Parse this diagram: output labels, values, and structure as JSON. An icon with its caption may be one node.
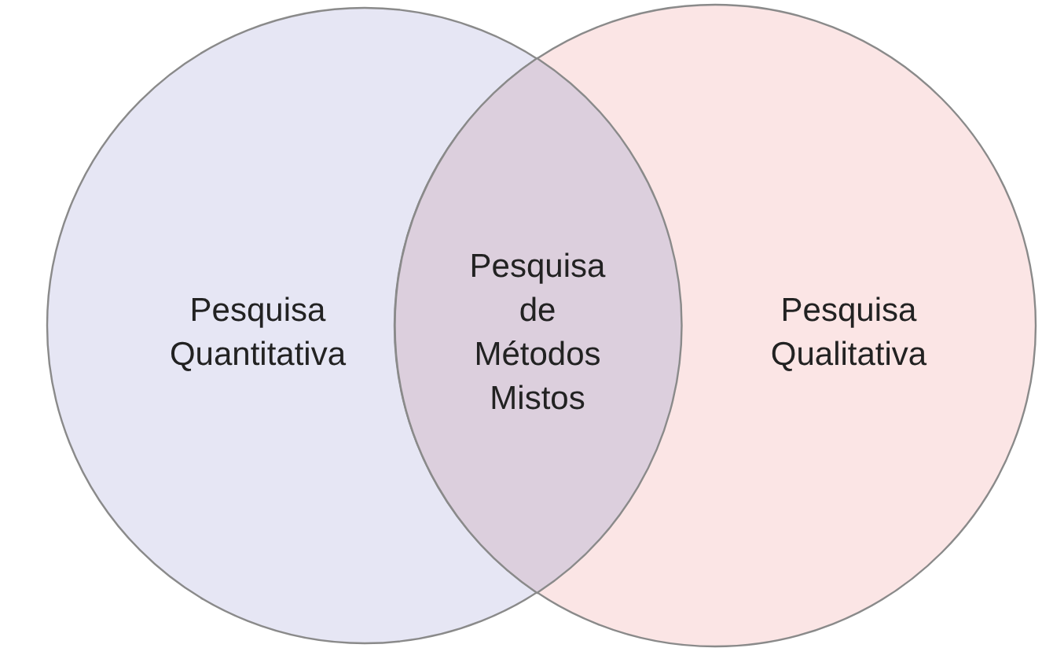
{
  "diagram": {
    "nodes": [
      {
        "text": [
          "Pesquisa Quantitativa"
        ]
      },
      {
        "text": [
          "Pesquisa Qualitativa"
        ]
      },
      {
        "text": [
          "Pesquisa de Métodos Mistos"
        ]
      }
    ]
  }
}
